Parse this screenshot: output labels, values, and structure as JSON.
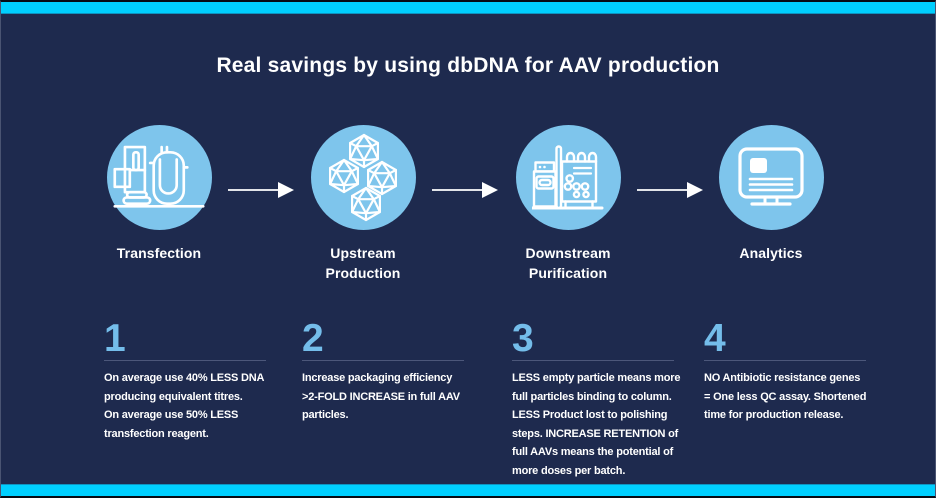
{
  "title": "Real savings by using dbDNA for AAV production",
  "colors": {
    "background_navy": "#1E2A4E",
    "accent_cyan": "#00CFFF",
    "circle_blue": "#7EC5EC",
    "number_blue": "#74BDEA",
    "text_white": "#FFFFFF",
    "divider": "#4C577A"
  },
  "stages": [
    {
      "label": "Transfection",
      "icon": "transfection-equipment-icon"
    },
    {
      "label": "Upstream\nProduction",
      "icon": "aav-capsids-icon"
    },
    {
      "label": "Downstream\nPurification",
      "icon": "purification-system-icon"
    },
    {
      "label": "Analytics",
      "icon": "analytics-monitor-icon"
    }
  ],
  "steps": [
    {
      "number": "1",
      "text": "On average use 40% LESS DNA\nproducing equivalent titres.\nOn average use 50% LESS\ntransfection reagent."
    },
    {
      "number": "2",
      "text": "Increase packaging efficiency\n>2-FOLD INCREASE in full AAV\nparticles."
    },
    {
      "number": "3",
      "text": "LESS empty particle means more\nfull particles binding to column.\nLESS Product lost to polishing\nsteps. INCREASE RETENTION of\nfull AAVs means the potential of\nmore doses per batch."
    },
    {
      "number": "4",
      "text": "NO Antibiotic resistance genes\n= One less QC assay. Shortened\ntime for production release."
    }
  ]
}
